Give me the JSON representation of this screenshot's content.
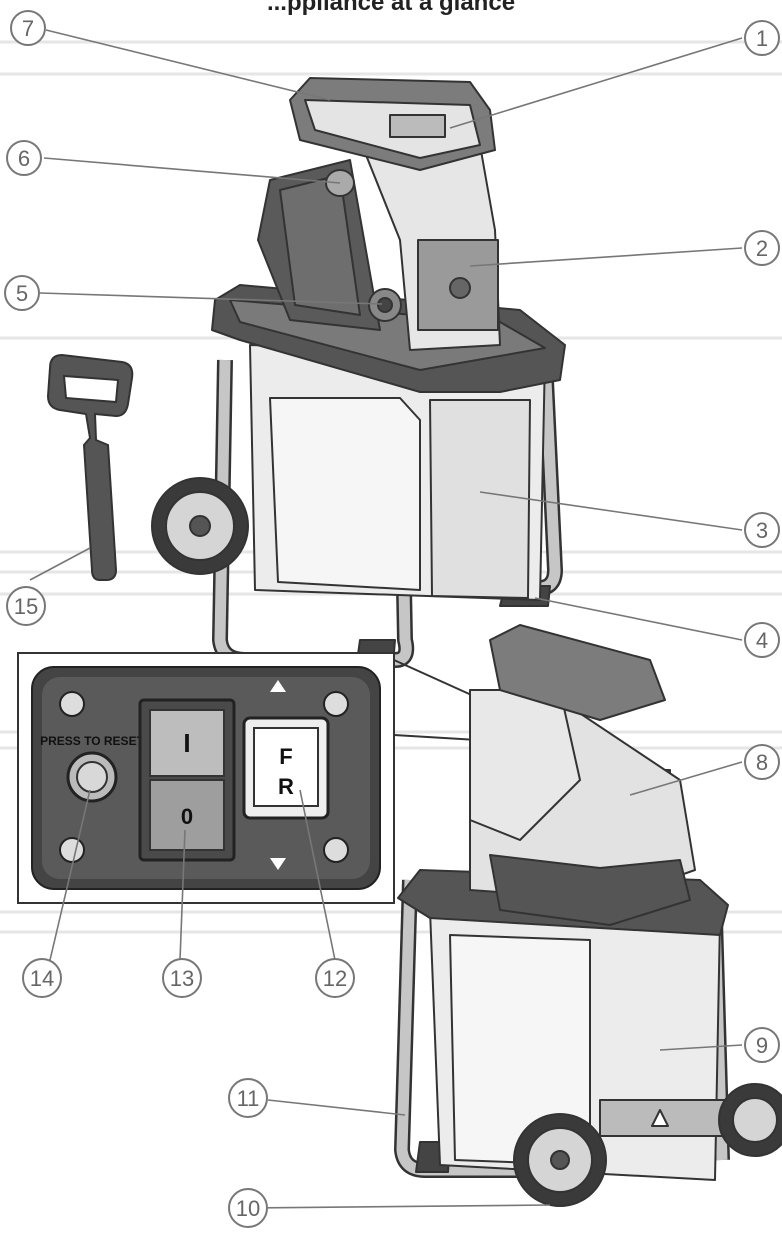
{
  "header": {
    "text": "...ppliance at a glance"
  },
  "callouts": [
    "1",
    "2",
    "3",
    "4",
    "5",
    "6",
    "7",
    "8",
    "9",
    "10",
    "11",
    "12",
    "13",
    "14",
    "15"
  ],
  "panel": {
    "reset_label": "PRESS TO RESET",
    "switch_on": "I",
    "switch_off": "0",
    "direction_forward": "F",
    "direction_reverse": "R"
  },
  "colors": {
    "body_light": "#e9e9e9",
    "body_dark": "#5a5a5a",
    "frame": "#bdbdbd",
    "outline": "#333333",
    "callout_ring": "#777777",
    "stripe": "#e6e6e6"
  }
}
